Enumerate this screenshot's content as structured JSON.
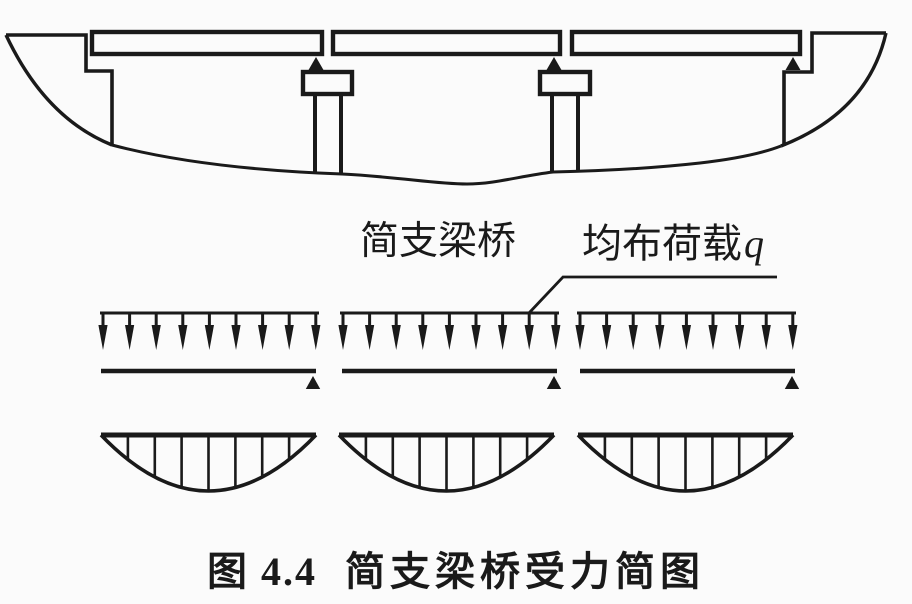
{
  "figure": {
    "colors": {
      "ink": "#1a1a1a",
      "paper": "#fbfbfb"
    },
    "elevation": {
      "deck_spans": 3,
      "piers": 2,
      "abutments": 2,
      "bearings": 3
    },
    "labels": {
      "bridge_type": "简支梁桥",
      "load_name": "均布荷载",
      "load_symbol": "q"
    },
    "load_diagram": {
      "spans": 3,
      "arrows_per_span": 9,
      "supports_per_span": 1
    },
    "moment_diagram": {
      "spans": 3,
      "hatch_lines_per_span": 7
    },
    "caption": {
      "figure_number": "图 4.4",
      "title": "简支梁桥受力简图"
    }
  }
}
